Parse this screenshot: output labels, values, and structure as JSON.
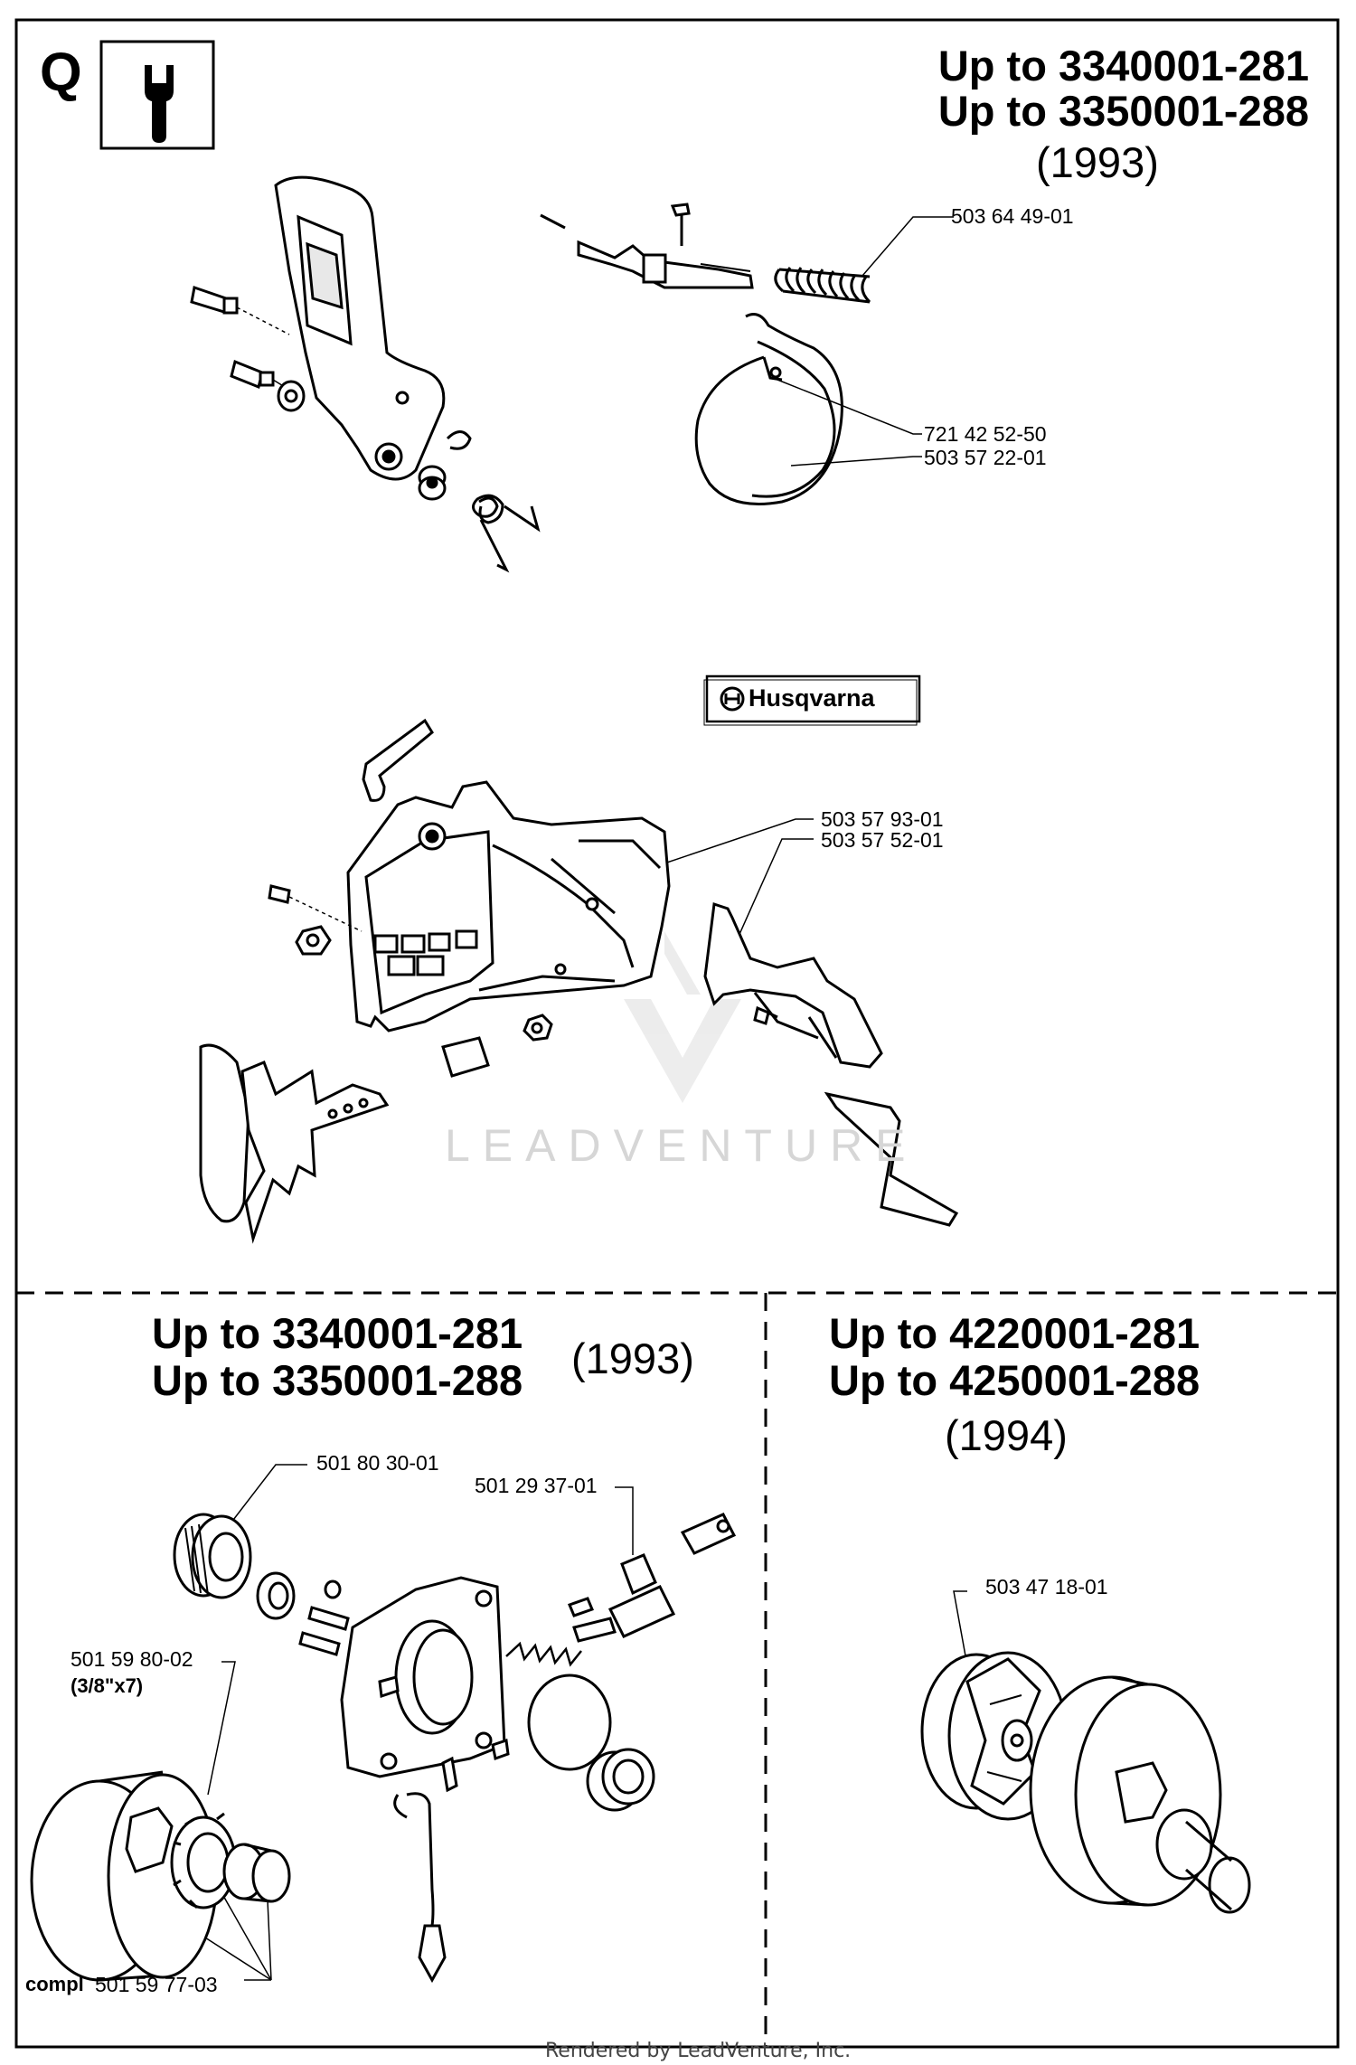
{
  "section_letter": "Q",
  "icons": {
    "tool": "wrench-icon",
    "brand": "husqvarna-crown-icon"
  },
  "top_panel": {
    "lines": [
      "Up to 3340001-281",
      "Up to 3350001-288"
    ],
    "year": "(1993)",
    "brand": "Husqvarna",
    "parts": [
      "503 64 49-01",
      "721 42 52-50",
      "503 57 22-01",
      "503 57 93-01",
      "503 57 52-01"
    ]
  },
  "left_panel": {
    "lines": [
      "Up to 3340001-281",
      "Up to 3350001-288"
    ],
    "year": "(1993)",
    "parts": [
      "501 80 30-01",
      "501 29 37-01",
      "501 59 80-02"
    ],
    "part_note": "(3/8\"x7)",
    "compl_prefix": "compl",
    "compl_part": "501 59 77-03"
  },
  "right_panel": {
    "lines": [
      "Up to 4220001-281",
      "Up to 4250001-288"
    ],
    "year": "(1994)",
    "parts": [
      "503 47 18-01"
    ]
  },
  "watermark": "LEADVENTURE",
  "footer": "Rendered by LeadVenture, Inc."
}
